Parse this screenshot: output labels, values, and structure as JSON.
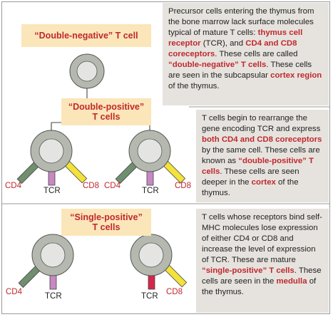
{
  "labels": {
    "double_negative": "“Double-negative” T cell",
    "double_positive_1": "“Double-positive”",
    "double_positive_2": "T cells",
    "single_positive_1": "“Single-positive”",
    "single_positive_2": "T cells"
  },
  "receptors": {
    "cd4": "CD4",
    "cd8": "CD8",
    "tcr": "TCR"
  },
  "box1": {
    "p1": "Precursor cells entering the thymus from the bone marrow lack surface molecules typical of mature T cells: ",
    "h1": "thymus cell receptor",
    "p2": " (TCR), and ",
    "h2": "CD4 and CD8 coreceptors",
    "p3": ". These cells are called ",
    "h3": "“double-negative” T cells",
    "p4": ". These cells are seen in the subcapsular ",
    "h4": "cortex region",
    "p5": " of the thymus."
  },
  "box2": {
    "p1": "T cells begin to rearrange the gene encoding TCR and express ",
    "h1": "both CD4 and CD8 coreceptors",
    "p2": " by the same cell. These cells are known as ",
    "h2": "“double-positive” T cells",
    "p3": ". These cells are seen deeper in the ",
    "h3": "cortex",
    "p4": " of the thymus."
  },
  "box3": {
    "p1": "T cells whose receptors bind self-MHC molecules lose expression of either CD4 or CD8 and increase the level of expression of TCR. These are mature ",
    "h1": "“single-positive” T cells",
    "p2": ". These cells are seen in the ",
    "h2": "medulla",
    "p3": " of the thymus."
  },
  "colors": {
    "label_bg": "#fbe6b9",
    "text_bg": "#e6e3de",
    "highlight": "#c0282d",
    "cell_outer": "#b4b8ae",
    "cell_inner": "#e4e5e2",
    "cd4": "#6f8f6f",
    "cd8": "#f2e23a",
    "tcr": "#c888c4",
    "tcr_high": "#d6264c"
  }
}
